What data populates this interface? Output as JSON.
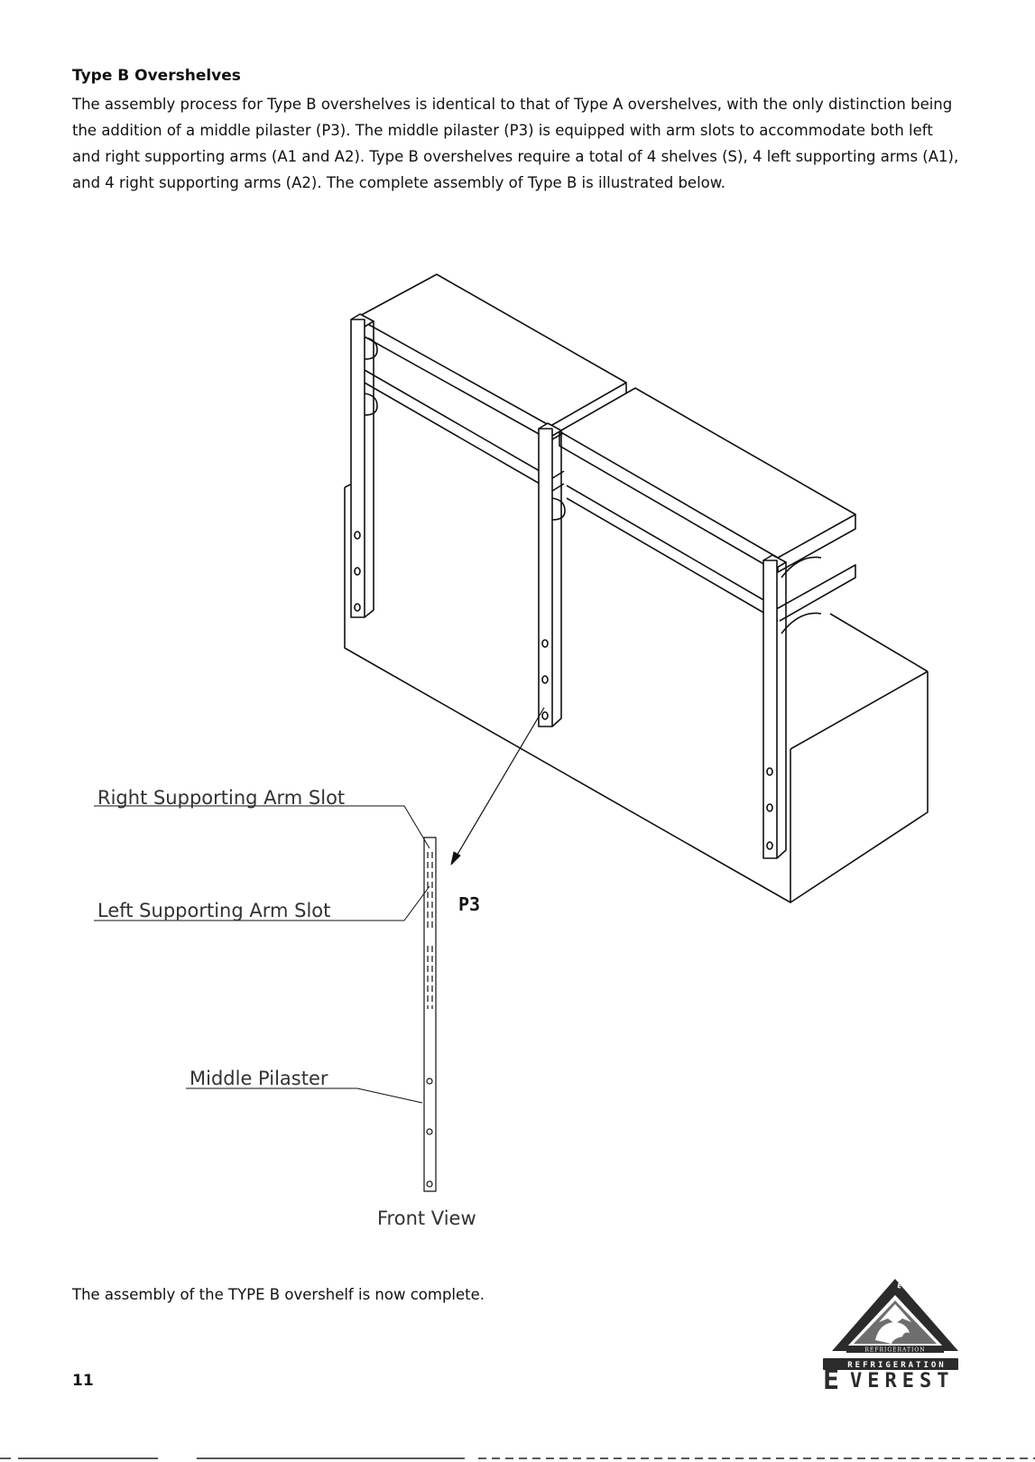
{
  "section": {
    "heading": "Type B Overshelves",
    "intro": "The assembly process for Type B overshelves is identical to that of Type A overshelves, with the only distinction being the addition of a middle pilaster (P3). The middle pilaster (P3) is equipped with arm slots to accommodate both left and right supporting arms (A1 and A2). Type B overshelves require a total of 4 shelves (S), 4 left supporting arms (A1), and 4 right supporting arms (A2). The complete assembly of Type B is illustrated below."
  },
  "diagram": {
    "right_slot_label": "Right Supporting Arm Slot",
    "left_slot_label": "Left Supporting Arm Slot",
    "middle_pilaster_label": "Middle Pilaster",
    "part_code": "P3",
    "view_caption": "Front View"
  },
  "footer": {
    "completion_text": "The assembly of the TYPE B overshelf is now complete.",
    "page_number": "11"
  },
  "logo": {
    "ring_top": "EVEREST",
    "ring_top_right": "EVEREST",
    "ring_bottom": "REFRIGERATION",
    "band_text": "REFRIGERATION",
    "wordmark": "EVEREST"
  }
}
